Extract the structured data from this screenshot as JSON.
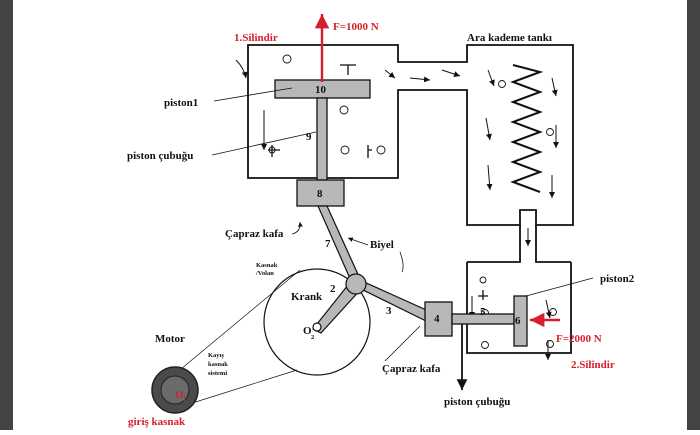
{
  "diagram": {
    "labels": {
      "cylinder1": "1.Silindir",
      "force1": "F=1000 N",
      "tank": "Ara kademe tankı",
      "piston1": "piston1",
      "rod1": "piston çubuğu",
      "crosshead1": "Çapraz kafa",
      "conrod": "Biyel",
      "pulley_title_1": "Kasnak",
      "pulley_title_2": "/Volan",
      "crank": "Krank",
      "o2": "O",
      "o2_sub": "2",
      "motor": "Motor",
      "belt_1": "Kayış",
      "belt_2": "kasnak",
      "belt_3": "sistemi",
      "drive_pulley": "giriş kasnak",
      "o1": "O",
      "o1_sub": "1",
      "piston2": "piston2",
      "force2": "F=2000 N",
      "cylinder2": "2.Silindir",
      "crosshead2": "Çapraz kafa",
      "rod2": "piston çubuğu"
    },
    "numbers": {
      "n2": "2",
      "n3": "3",
      "n4": "4",
      "n5": "5",
      "n6": "6",
      "n7": "7",
      "n8": "8",
      "n9": "9",
      "n10": "10"
    },
    "colors": {
      "accent_red": "#d61f2b",
      "part_gray": "#b8b8b8",
      "outline": "#111111",
      "frame_gray": "#444444"
    }
  }
}
